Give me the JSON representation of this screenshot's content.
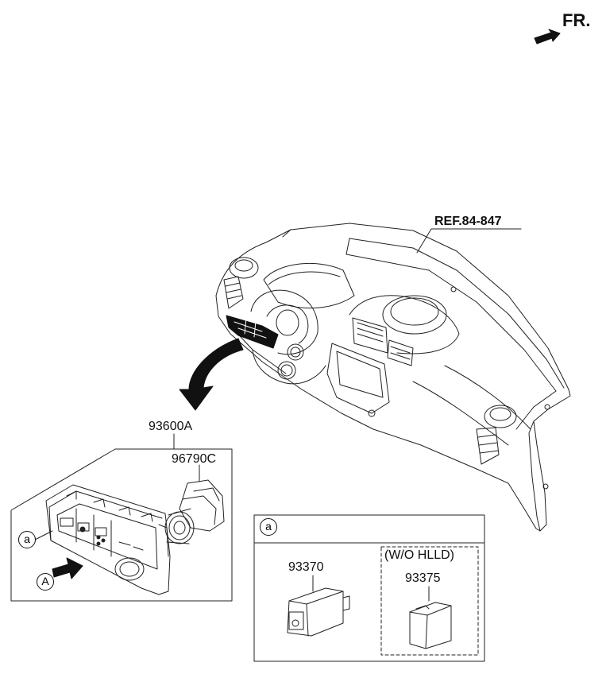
{
  "orientation": {
    "label": "FR."
  },
  "dashboard": {
    "ref_label": "REF.84-847"
  },
  "callouts": {
    "switch_assembly": "93600A",
    "light_switch": "96790C",
    "view_arrow": "A",
    "detail_marker": "a"
  },
  "detail": {
    "marker": "a",
    "part_1": "93370",
    "variant_note": "(W/O HLLD)",
    "part_2": "93375"
  }
}
